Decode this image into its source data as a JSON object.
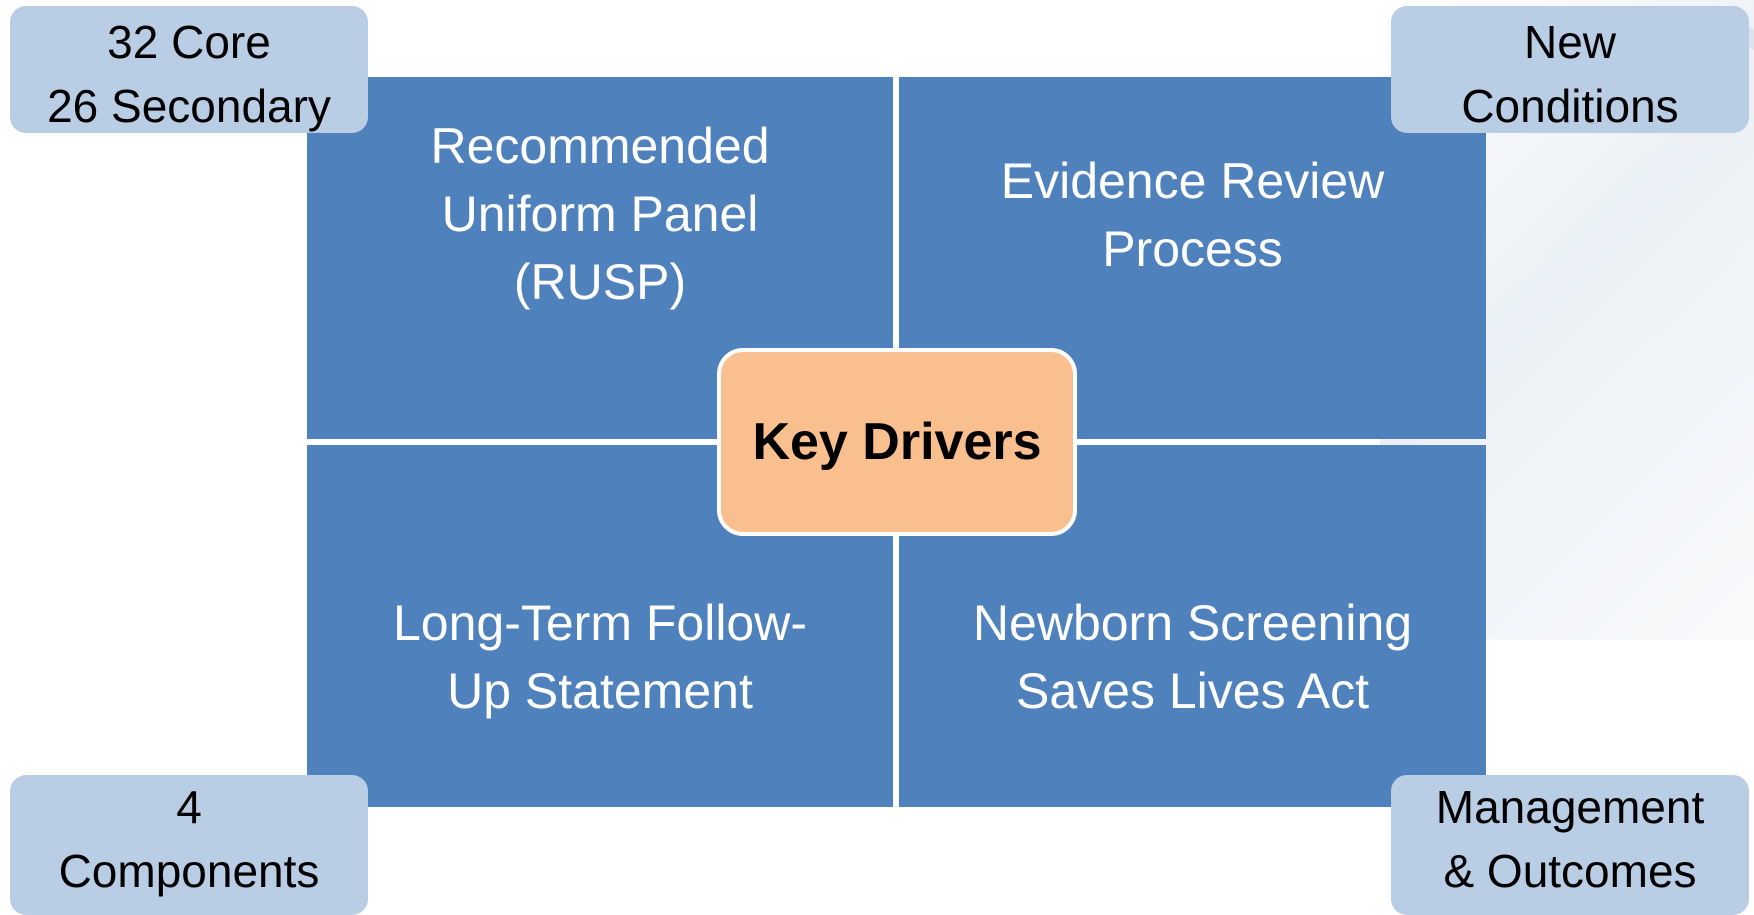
{
  "quadrants": {
    "top_left": "Recommended\nUniform Panel\n(RUSP)",
    "top_right": "Evidence Review\nProcess",
    "bottom_left": "Long-Term Follow-\nUp Statement",
    "bottom_right": "Newborn Screening\nSaves Lives Act"
  },
  "center": {
    "label": "Key Drivers"
  },
  "corners": {
    "top_left": "32 Core\n26 Secondary",
    "top_right": "New\nConditions",
    "bottom_left": "4\nComponents",
    "bottom_right": "Management\n& Outcomes"
  },
  "colors": {
    "quadrant_fill": "#4f81bd",
    "center_fill": "#fabf8f",
    "corner_fill": "#b9cde5"
  }
}
